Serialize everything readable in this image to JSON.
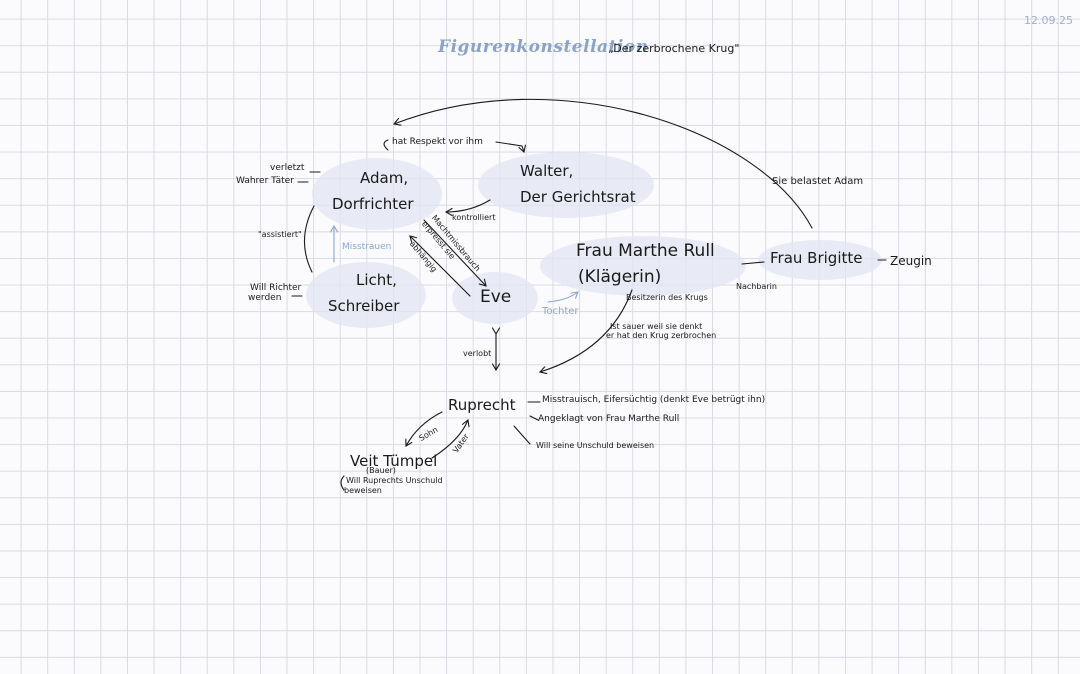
{
  "header": {
    "date": "12.09.25",
    "title": "Figurenkonstellation",
    "subtitle": "„Der zerbrochene Krug\""
  },
  "nodes": {
    "adam_1": "Adam,",
    "adam_2": "Dorfrichter",
    "walter_1": "Walter,",
    "walter_2": "Der Gerichtsrat",
    "licht_1": "Licht,",
    "licht_2": "Schreiber",
    "eve": "Eve",
    "marthe_1": "Frau Marthe Rull",
    "marthe_2": "(Klägerin)",
    "brigitte": "Frau Brigitte",
    "ruprecht": "Ruprecht",
    "veit": "Veit Tümpel",
    "veit_role": "(Bauer)"
  },
  "labels": {
    "respekt": "hat Respekt vor ihm",
    "verletzt": "verletzt",
    "wahrer_taeter": "Wahrer Täter",
    "assistiert": "\"assistiert\"",
    "will_richter_1": "Will Richter",
    "will_richter_2": "werden",
    "misstrauen": "Misstrauen",
    "kontrolliert": "kontrolliert",
    "machtmissbrauch_1": "Machtmissbrauch",
    "machtmissbrauch_2": "erpresst sie",
    "abhaengig": "abhängig",
    "sie_belastet": "Sie belastet Adam",
    "zeugin": "Zeugin",
    "nachbarin": "Nachbarin",
    "besitzerin": "Besitzerin des Krugs",
    "tochter": "Tochter",
    "sauer_1": "Ist sauer weil sie denkt",
    "sauer_2": "er hat den Krug zerbrochen",
    "verlobt": "verlobt",
    "ruprecht_1": "Misstrauisch, Eifersüchtig (denkt Eve betrügt ihn)",
    "ruprecht_2": "Angeklagt von Frau Marthe Rull",
    "ruprecht_3": "Will seine Unschuld beweisen",
    "sohn": "Sohn",
    "vater": "Vater",
    "veit_note_1": "Will Ruprechts Unschuld",
    "veit_note_2": "beweisen"
  },
  "colors": {
    "accent": "#8aa3cc",
    "ink": "#1a1a1a",
    "blob": "#e1e6f2",
    "grid": "#d9dbe3"
  }
}
